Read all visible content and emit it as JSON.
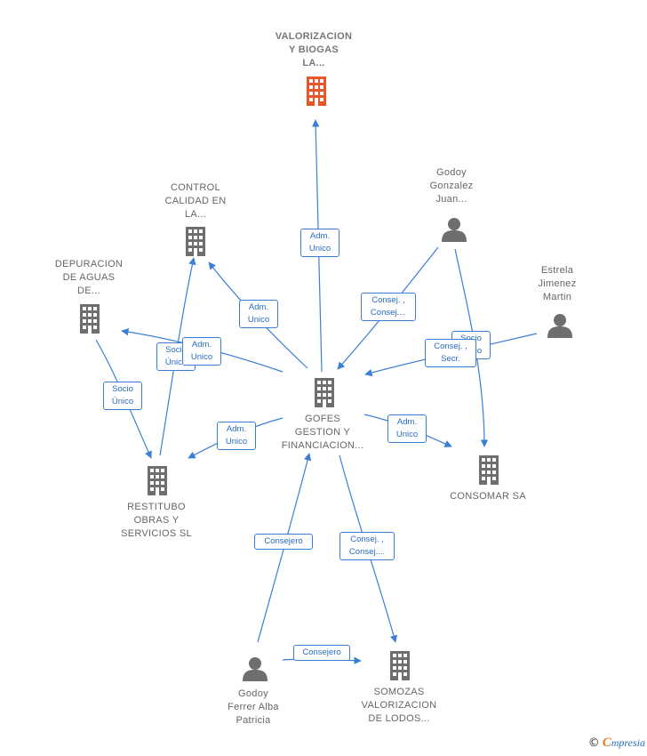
{
  "nodes": {
    "valorizacion": [
      "VALORIZACION",
      "Y BIOGAS",
      "LA..."
    ],
    "control": [
      "CONTROL",
      "CALIDAD EN",
      "LA..."
    ],
    "depuracion": [
      "DEPURACION",
      "DE AGUAS",
      "DE..."
    ],
    "godoy_gonzalez": [
      "Godoy",
      "Gonzalez",
      "Juan..."
    ],
    "estrela": [
      "Estrela",
      "Jimenez",
      "Martin"
    ],
    "gofes": [
      "GOFES",
      "GESTION Y",
      "FINANCIACION..."
    ],
    "restitubo": [
      "RESTITUBO",
      "OBRAS Y",
      "SERVICIOS  SL"
    ],
    "consomar": [
      "CONSOMAR SA"
    ],
    "godoy_ferrer": [
      "Godoy",
      "Ferrer Alba",
      "Patricia"
    ],
    "somozas": [
      "SOMOZAS",
      "VALORIZACION",
      "DE LODOS..."
    ]
  },
  "edge_labels": {
    "adm_valorizacion": [
      "Adm.",
      "Unico"
    ],
    "adm_control": [
      "Adm.",
      "Unico"
    ],
    "socio_depuracion_restitubo": [
      "Socio",
      "Único"
    ],
    "socio_restitubo_control": [
      "Socio",
      "Único"
    ],
    "adm_depuracion": [
      "Adm.",
      "Unico"
    ],
    "consej_godoy_gofes": [
      "Consej. ,",
      "Consej...."
    ],
    "socio_godoy_consomar": [
      "Socio",
      "Único"
    ],
    "consej_estrela_gofes": [
      "Consej. ,",
      "Secr."
    ],
    "adm_restitubo": [
      "Adm.",
      "Unico"
    ],
    "adm_consomar": [
      "Adm.",
      "Unico"
    ],
    "consejero_ferrer_gofes": [
      "Consejero"
    ],
    "consej_gofes_somozas": [
      "Consej. ,",
      "Consej...."
    ],
    "consejero_ferrer_somozas": [
      "Consejero"
    ]
  },
  "footer": {
    "copyright": "©",
    "brand_first": "C",
    "brand_rest": "mpresia"
  },
  "colors": {
    "edge": "#3a7fd5",
    "building": "#6e6e6e",
    "focus": "#e8562a",
    "person": "#6e6e6e"
  },
  "icons": {
    "company": "building-icon",
    "person": "person-icon"
  }
}
